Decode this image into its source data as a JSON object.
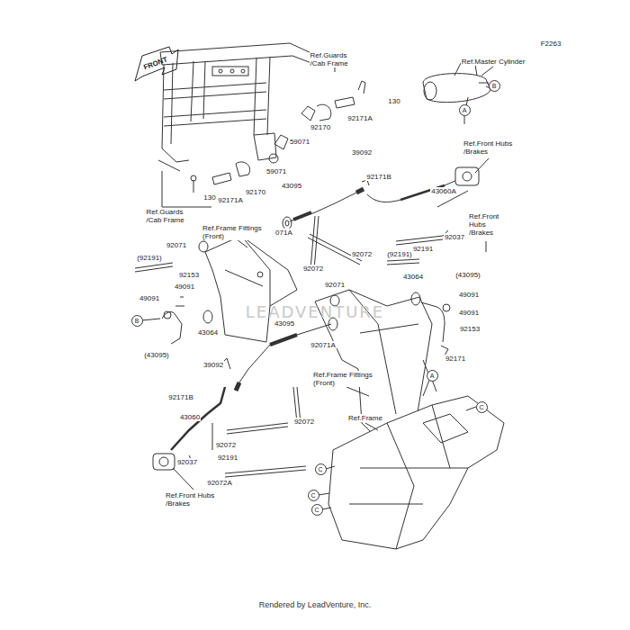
{
  "diagram": {
    "caption": "Rendered by LeadVenture, Inc.",
    "nodes": [
      {
        "text": [
          "A"
        ]
      },
      {
        "text": [
          "B"
        ]
      },
      {
        "text": [
          "A"
        ]
      },
      {
        "text": [
          "B"
        ]
      },
      {
        "text": [
          "C"
        ]
      },
      {
        "text": [
          "C"
        ]
      },
      {
        "text": [
          "C"
        ]
      },
      {
        "text": [
          "C"
        ]
      }
    ],
    "labels": [
      "F2263",
      "Ref.Guards /Cab Frame",
      "Ref.Master Cylinder",
      "130",
      "92171A",
      "92170",
      "59071",
      "39092",
      "Ref.Front Hubs /Brakes",
      "92171B",
      "43060A",
      "43095",
      "59071",
      "92170",
      "92171A",
      "130",
      "Ref.Guards /Cab Frame",
      "92071A",
      "Ref.Front Hubs /Brakes",
      "92037",
      "92191",
      "Ref.Frame Fittings (Front)",
      "92071",
      "92072",
      "92072",
      "(92191)",
      "(92191)",
      "92153",
      "43064",
      "49091",
      "(43095)",
      "49091",
      "92071",
      "49091",
      "49091",
      "92153",
      "43095",
      "43064",
      "(43095)",
      "92071A",
      "92171",
      "39092",
      "Ref.Frame Fittings (Front)",
      "92171B",
      "43060",
      "92072",
      "Ref.Frame",
      "92072",
      "92191",
      "92037",
      "92072A",
      "Ref.Front Hubs /Brakes",
      "FRONT",
      "LEADVENTURE"
    ]
  }
}
